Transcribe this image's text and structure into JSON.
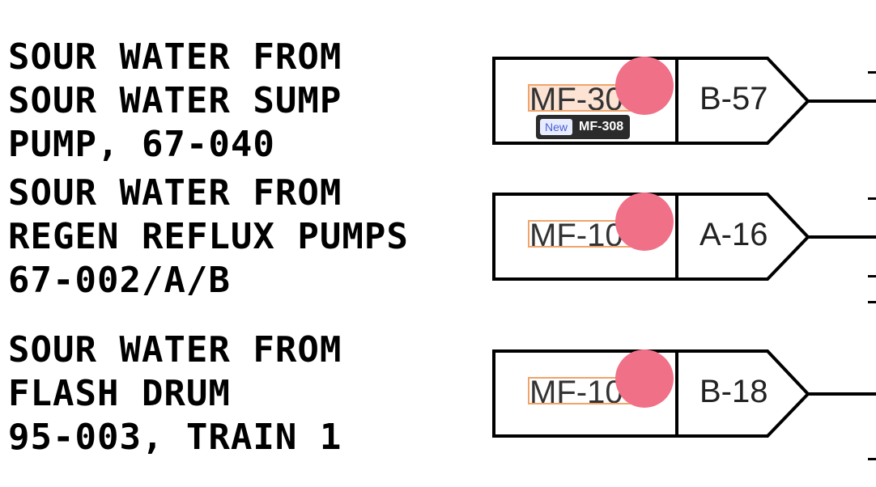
{
  "sources": [
    {
      "lines": [
        "SOUR WATER FROM",
        "SOUR WATER SUMP",
        "PUMP, 67-040"
      ]
    },
    {
      "lines": [
        "SOUR WATER FROM",
        "REGEN REFLUX PUMPS",
        "67-002/A/B"
      ]
    },
    {
      "lines": [
        "SOUR WATER FROM",
        "FLASH DRUM",
        "95-003, TRAIN 1"
      ]
    }
  ],
  "connectors": [
    {
      "mf_tag": "MF-30",
      "ref": "B-57",
      "highlighted": true
    },
    {
      "mf_tag": "MF-10",
      "ref": "A-16",
      "highlighted": false
    },
    {
      "mf_tag": "MF-10",
      "ref": "B-18",
      "highlighted": false
    }
  ],
  "tooltip": {
    "badge": "New",
    "text": "MF-308"
  },
  "colors": {
    "marker": "#f07088",
    "highlight_border": "#f0a46a",
    "highlight_fill": "#fde3d4",
    "tooltip_bg": "#2b2b2b",
    "badge_bg": "#e8ecff",
    "badge_text": "#4a5fd0"
  }
}
